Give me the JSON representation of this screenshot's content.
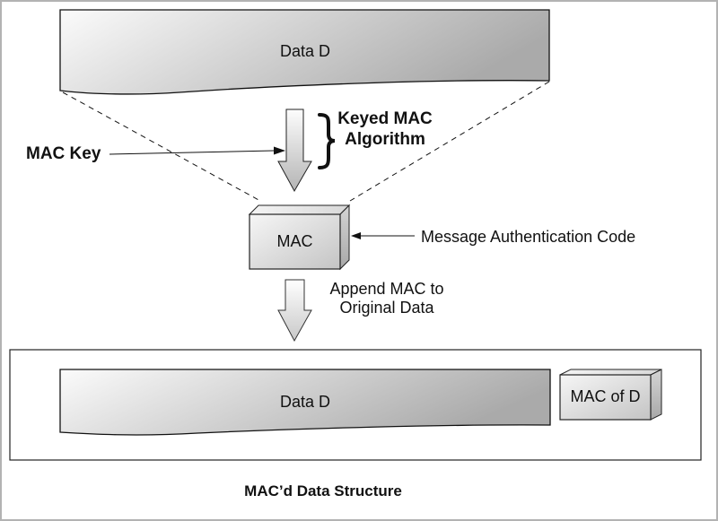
{
  "diagram": {
    "title": "MAC’d Data Structure",
    "top_data_label": "Data D",
    "mac_key_label": "MAC Key",
    "algorithm_label_line1": "Keyed MAC",
    "algorithm_label_line2": "Algorithm",
    "mac_box_label": "MAC",
    "mac_description": "Message Authentication Code",
    "append_label_line1": "Append MAC to",
    "append_label_line2": "Original Data",
    "bottom_data_label": "Data D",
    "mac_of_d_label": "MAC of D"
  },
  "colors": {
    "gradient_light": "#f7f7f7",
    "gradient_dark": "#b0b0b0",
    "stroke": "#111111",
    "frame": "#b3b3b3"
  }
}
